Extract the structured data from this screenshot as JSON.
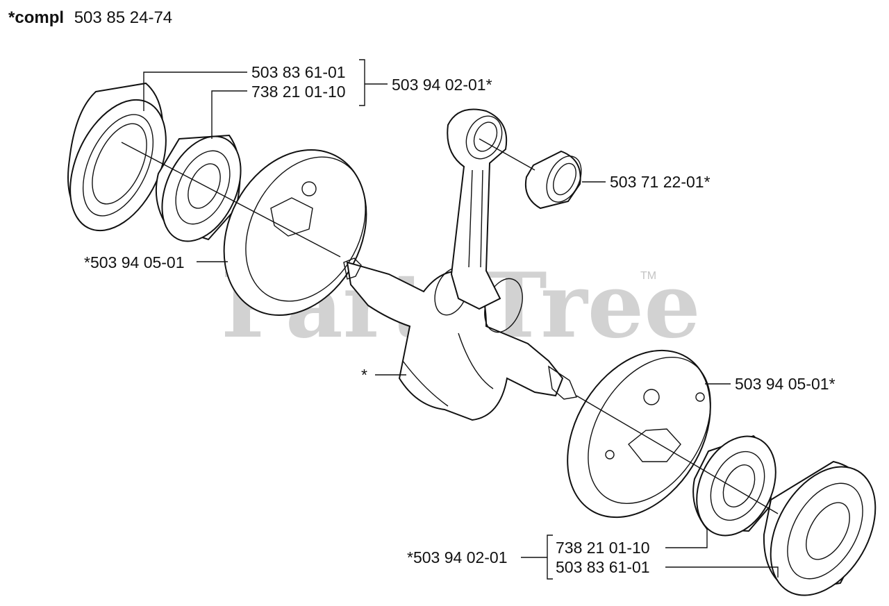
{
  "title": {
    "prefix": "*compl",
    "number": "503 85 24-74"
  },
  "watermark": {
    "text": "PartsTree",
    "trademark": "TM"
  },
  "labels": {
    "bearing_ring_top": "503 83 61-01",
    "bearing_top": "738 21 01-10",
    "bearing_kit_top": "503 94 02-01*",
    "needle_bearing": "503 71 22-01*",
    "crank_web_left": "*503 94 05-01",
    "crankshaft": "*",
    "crank_web_right": "503 94 05-01*",
    "bearing_bottom": "738 21 01-10",
    "bearing_kit_bottom": "*503 94 02-01",
    "bearing_ring_bottom": "503 83 61-01"
  },
  "colors": {
    "ink": "#111111",
    "watermark": "#c4c4c4",
    "background": "#ffffff"
  }
}
